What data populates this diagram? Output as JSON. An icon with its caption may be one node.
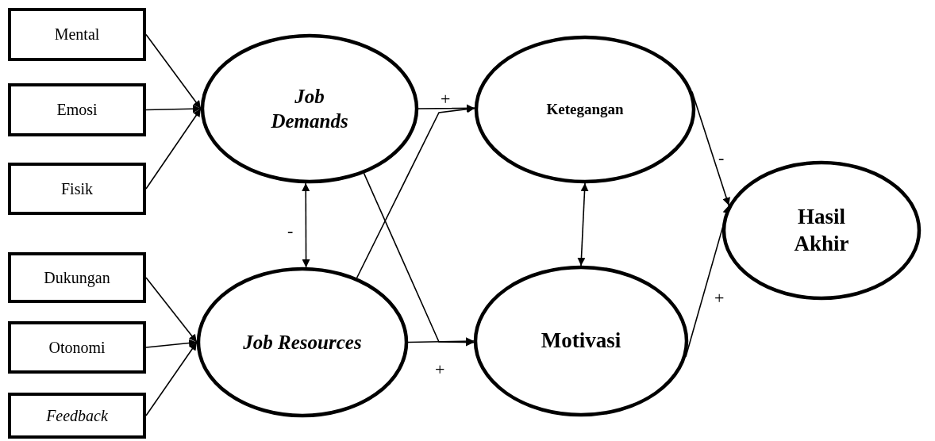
{
  "diagram": {
    "nodes": [
      {
        "text": [
          "Mental"
        ]
      },
      {
        "text": [
          "Emosi"
        ]
      },
      {
        "text": [
          "Fisik"
        ]
      },
      {
        "text": [
          "Dukungan"
        ]
      },
      {
        "text": [
          "Otonomi"
        ]
      },
      {
        "text": [
          "Feedback"
        ]
      },
      {
        "text": [
          "Job Demands"
        ]
      },
      {
        "text": [
          "Job Resources"
        ]
      },
      {
        "text": [
          "Ketegangan"
        ]
      },
      {
        "text": [
          "Motivasi"
        ]
      },
      {
        "text": [
          "Hasil Akhir"
        ]
      }
    ],
    "edges": [
      {
        "from": 0,
        "to": 6,
        "arrow": "to"
      },
      {
        "from": 1,
        "to": 6,
        "arrow": "to"
      },
      {
        "from": 2,
        "to": 6,
        "arrow": "to"
      },
      {
        "from": 3,
        "to": 7,
        "arrow": "to"
      },
      {
        "from": 4,
        "to": 7,
        "arrow": "to"
      },
      {
        "from": 5,
        "to": 7,
        "arrow": "to"
      },
      {
        "from": 6,
        "to": 7,
        "arrow": "both",
        "label": "-"
      },
      {
        "from": 6,
        "to": 8,
        "arrow": "to",
        "label": "+"
      },
      {
        "from": 7,
        "to": 8,
        "arrow": "to"
      },
      {
        "from": 6,
        "to": 9,
        "arrow": "to"
      },
      {
        "from": 7,
        "to": 9,
        "arrow": "to",
        "label": "+"
      },
      {
        "from": 8,
        "to": 9,
        "arrow": "both"
      },
      {
        "from": 8,
        "to": 10,
        "arrow": "to",
        "label": "-"
      },
      {
        "from": 9,
        "to": 10,
        "arrow": "to",
        "label": "+"
      }
    ]
  }
}
